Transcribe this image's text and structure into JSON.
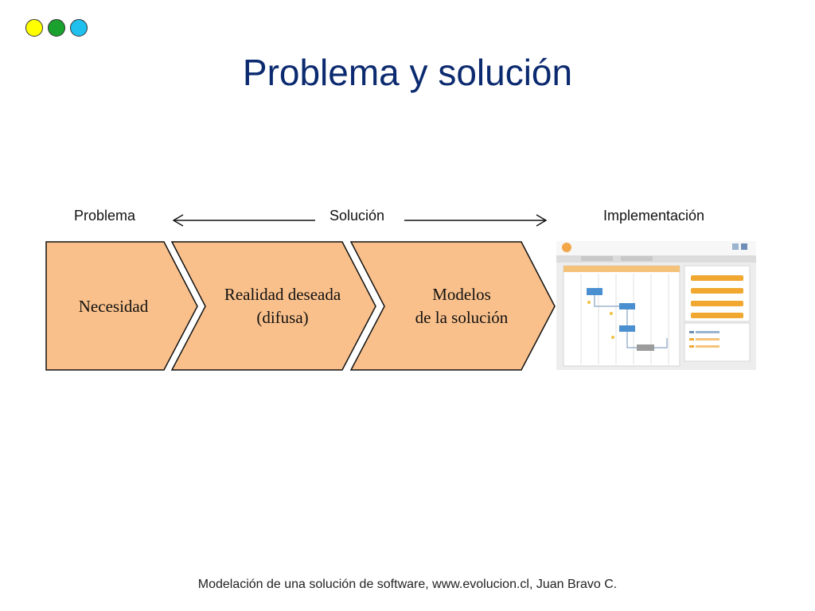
{
  "header": {
    "title": "Problema y solución",
    "dots": [
      {
        "name": "yellow",
        "color": "#ffff00"
      },
      {
        "name": "green",
        "color": "#1aa12e"
      },
      {
        "name": "cyan",
        "color": "#1fc0ee"
      }
    ]
  },
  "stages": {
    "problema": "Problema",
    "solucion": "Solución",
    "implementacion": "Implementación"
  },
  "chevrons": [
    {
      "line1": "Necesidad",
      "line2": ""
    },
    {
      "line1": "Realidad deseada",
      "line2": "(difusa)"
    },
    {
      "line1": "Modelos",
      "line2": "de la solución"
    }
  ],
  "colors": {
    "chevron_fill": "#f9c08b",
    "chevron_stroke": "#111111",
    "title": "#0b2a6f"
  },
  "footer": {
    "text": "Modelación de una solución de software, www.evolucion.cl, Juan Bravo C."
  }
}
